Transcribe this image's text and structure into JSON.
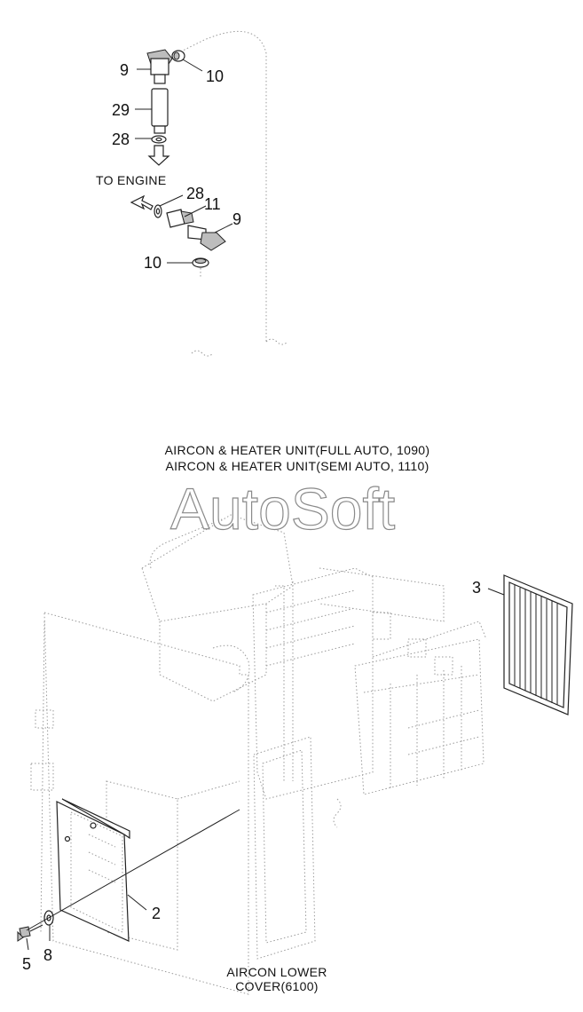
{
  "watermark": "AutoSoft",
  "captions": {
    "to_engine": "TO ENGINE",
    "unit_full": "AIRCON & HEATER UNIT(FULL AUTO, 1090)",
    "unit_semi": "AIRCON & HEATER UNIT(SEMI AUTO, 1110)",
    "cover_line1": "AIRCON LOWER",
    "cover_line2": "COVER(6100)"
  },
  "callouts": {
    "c9_top": "9",
    "c10_top": "10",
    "c29": "29",
    "c28_top": "28",
    "c28_mid": "28",
    "c11": "11",
    "c9_mid": "9",
    "c10_mid": "10",
    "c3": "3",
    "c2": "2",
    "c5": "5",
    "c8": "8"
  }
}
